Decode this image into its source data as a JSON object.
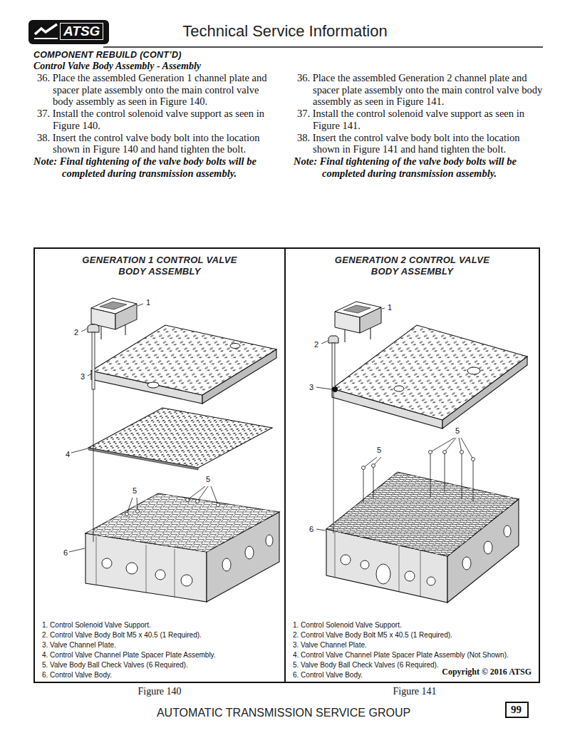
{
  "diagram": {
    "title": "Technical Service Information",
    "nodes": [
      {
        "text": [
          "ATSG"
        ]
      },
      {
        "text": [
          "GENERATION 1 CONTROL VALVE BODY ASSEMBLY",
          "1. Control Solenoid Valve Support.",
          "2. Control Valve Body Bolt M5 x 40.5 (1 Required).",
          "3. Valve Channel Plate.",
          "4. Control Valve Channel Plate Spacer Plate Assembly.",
          "5. Valve Body Ball Check Valves (6 Required).",
          "6. Control Valve Body."
        ]
      },
      {
        "text": [
          "GENERATION 2 CONTROL VALVE BODY ASSEMBLY",
          "1. Control Solenoid Valve Support.",
          "2. Control Valve Body Bolt M5 x 40.5 (1 Required).",
          "3. Valve Channel Plate.",
          "4. Control Valve Channel Plate Spacer Plate Assembly (Not Shown).",
          "5. Valve Body Ball Check Valves (6 Required).",
          "6. Control Valve Body.",
          "Copyright © 2016 ATSG"
        ]
      },
      {
        "text": [
          "99"
        ]
      }
    ],
    "labels": [
      "COMPONENT REBUILD (CONT’D)",
      "Control Valve Body Assembly - Assembly",
      "36. Place the assembled Generation 1 channel plate and spacer plate assembly onto the main control valve body assembly as seen in Figure 140.",
      "37. Install the control solenoid valve support as seen in Figure 140.",
      "38. Insert the control valve body bolt into the location shown in Figure 140 and hand tighten the bolt.",
      "Note: Final tightening of the valve body bolts will be completed during transmission assembly.",
      "36. Place the assembled Generation 2 channel plate and spacer plate assembly onto the main control valve body assembly as seen in Figure 141.",
      "37. Install the control solenoid valve support as seen in Figure 141.",
      "38. Insert the control valve body bolt into the location shown in Figure 141 and hand tighten the bolt.",
      "Note: Final tightening of the valve body bolts will be completed during transmission assembly.",
      "1",
      "2",
      "3",
      "4",
      "5",
      "5",
      "6",
      "1",
      "2",
      "3",
      "5",
      "5",
      "6",
      "Figure 140",
      "Figure 141",
      "AUTOMATIC TRANSMISSION SERVICE GROUP"
    ]
  }
}
